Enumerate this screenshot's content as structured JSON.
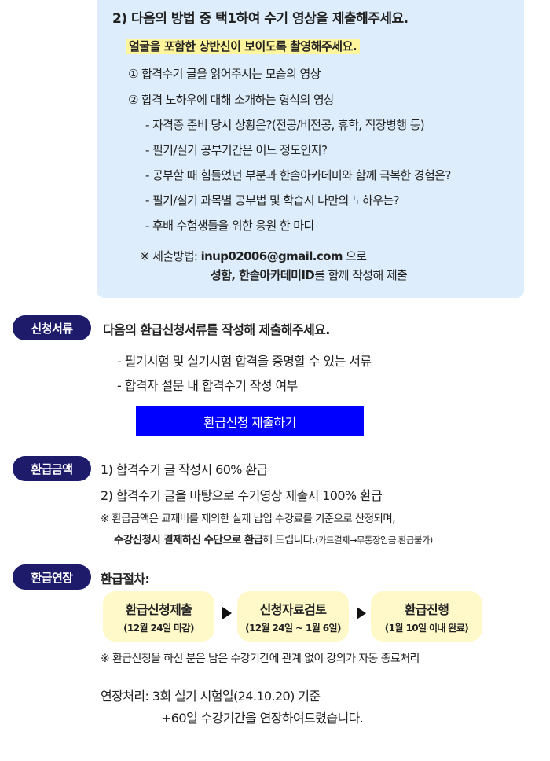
{
  "video": {
    "title": "2) 다음의 방법 중 택1하여 수기 영상을 제출해주세요.",
    "highlight": "얼굴을 포함한 상반신이 보이도록 촬영해주세요.",
    "option1": "① 합격수기 글을 읽어주시는 모습의 영상",
    "option2": "② 합격 노하우에 대해 소개하는 형식의 영상",
    "questions": [
      "- 자격증 준비 당시 상황은?(전공/비전공, 휴학, 직장병행 등)",
      "- 필기/실기 공부기간은 어느 정도인지?",
      "- 공부할 때 힘들었던 부분과 한솔아카데미와 함께 극복한 경험은?",
      "- 필기/실기 과목별 공부법 및 학습시 나만의 노하우는?",
      "- 후배 수험생들을 위한 응원 한 마디"
    ],
    "submit_prefix": "※ 제출방법: ",
    "email": "inup02006@gmail.com",
    "submit_suffix": " 으로",
    "submit_line2_bold": "성함, 한솔아카데미ID",
    "submit_line2_rest": "를 함께 작성해  제출"
  },
  "documents": {
    "badge": "신청서류",
    "title": "다음의 환급신청서류를 작성해 제출해주세요.",
    "items": [
      "- 필기시험 및 실기시험 합격을 증명할 수 있는 서류",
      "- 합격자 설문 내 합격수기 작성 여부"
    ],
    "button": "환급신청 제출하기"
  },
  "amount": {
    "badge": "환급금액",
    "line1": "1) 합격수기 글 작성시 60% 환급",
    "line2": "2) 합격수기 글을 바탕으로 수기영상 제출시 100% 환급",
    "note1": "※ 환급금액은 교재비를 제외한 실제 납입 수강료를 기준으로 산정되며,",
    "note2_bold": "수강신청시 결제하신 수단으로 환급",
    "note2_rest": "해 드립니다.",
    "note2_small": "(카드결제→무통장입금 환급불가)"
  },
  "extension": {
    "badge": "환급연장",
    "procedure_label": "환급절차:",
    "steps": [
      {
        "title": "환급신청제출",
        "sub": "(12월 24일 마감)"
      },
      {
        "title": "신청자료검토",
        "sub": "(12월 24일 ~ 1월 6일)"
      },
      {
        "title": "환급진행",
        "sub": "(1월 10일 이내 완료)"
      }
    ],
    "note": "※ 환급신청을 하신 분은 남은 수강기간에 관계 없이 강의가 자동 종료처리",
    "ext_line1": "연장처리: 3회 실기 시험일(24.10.20) 기준",
    "ext_line2": "+60일 수강기간을 연장하여드렸습니다."
  }
}
